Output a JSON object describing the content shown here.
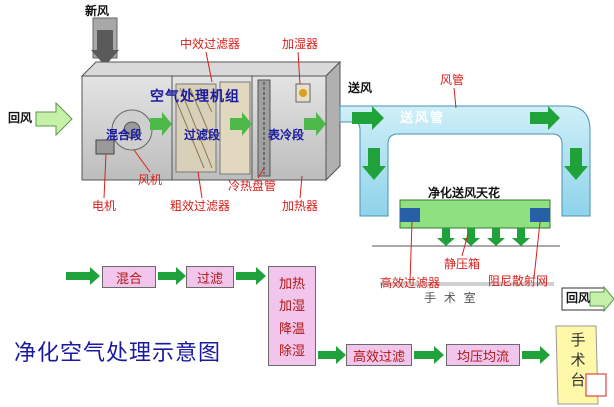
{
  "labels": {
    "fresh_air": "新风",
    "return_air_left": "回风",
    "medium_filter": "中效过滤器",
    "humidifier": "加湿器",
    "supply_air": "送风",
    "duct": "风管",
    "unit_name": "空气处理机组",
    "duct_inner": "送风管",
    "mixing_section": "混合段",
    "filter_section": "过滤段",
    "cooling_section": "表冷段",
    "fan": "风机",
    "motor": "电机",
    "coarse_filter": "粗效过滤器",
    "cooling_heating_coil": "冷热盘管",
    "heater": "加热器",
    "ceiling": "净化送风天花",
    "static_box": "静压箱",
    "hepa": "高效过滤器",
    "damping_net": "阻尼散射网",
    "operating_room": "手 术 室",
    "return_air_right": "回风"
  },
  "flow": {
    "mix": "混合",
    "filter": "过滤",
    "treatment": [
      "加热",
      "加湿",
      "降温",
      "除湿"
    ],
    "hepa": "高效过滤",
    "equalize": "均压均流",
    "room": [
      "手",
      "术",
      "台"
    ]
  },
  "title": "净化空气处理示意图"
}
